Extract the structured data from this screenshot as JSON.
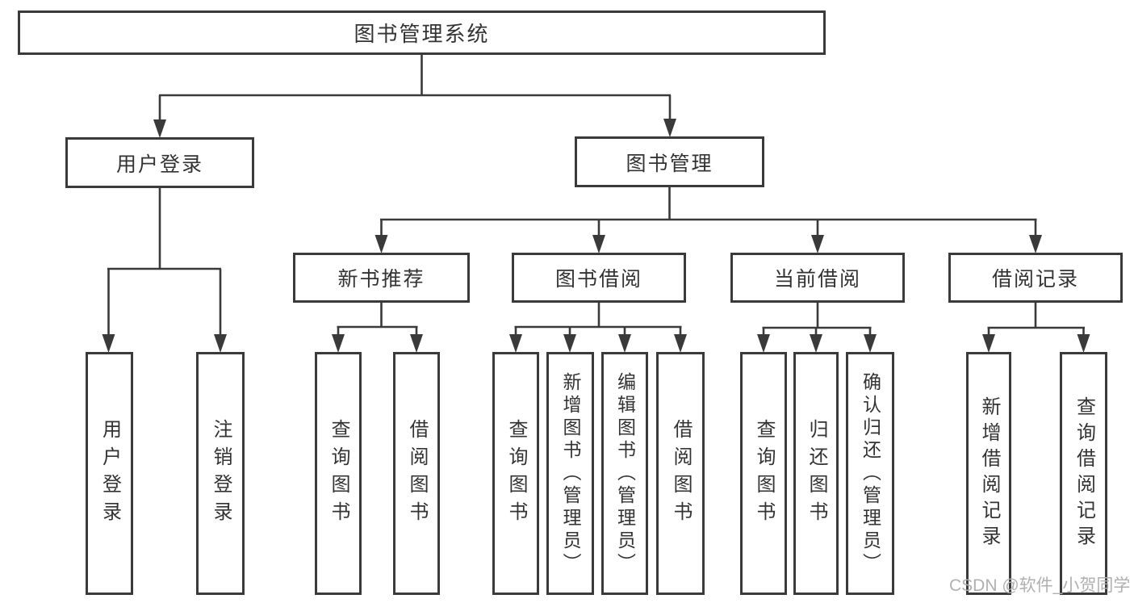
{
  "diagram": {
    "type": "hierarchy-tree",
    "watermark": "CSDN @软件_小贺同学",
    "colors": {
      "line": "#3a3a3a",
      "text": "#333333",
      "watermark": "#b0b0b0",
      "background": "#ffffff"
    },
    "tree": {
      "label": "图书管理系统",
      "children": [
        {
          "label": "用户登录",
          "children": [
            {
              "label": "用户登录"
            },
            {
              "label": "注销登录"
            }
          ]
        },
        {
          "label": "图书管理",
          "children": [
            {
              "label": "新书推荐",
              "children": [
                {
                  "label": "查询图书"
                },
                {
                  "label": "借阅图书"
                }
              ]
            },
            {
              "label": "图书借阅",
              "children": [
                {
                  "label": "查询图书"
                },
                {
                  "label": "新增图书（管理员）"
                },
                {
                  "label": "编辑图书（管理员）"
                },
                {
                  "label": "借阅图书"
                }
              ]
            },
            {
              "label": "当前借阅",
              "children": [
                {
                  "label": "查询图书"
                },
                {
                  "label": "归还图书"
                },
                {
                  "label": "确认归还（管理员）"
                }
              ]
            },
            {
              "label": "借阅记录",
              "children": [
                {
                  "label": "新增借阅记录"
                },
                {
                  "label": "查询借阅记录"
                }
              ]
            }
          ]
        }
      ]
    }
  }
}
